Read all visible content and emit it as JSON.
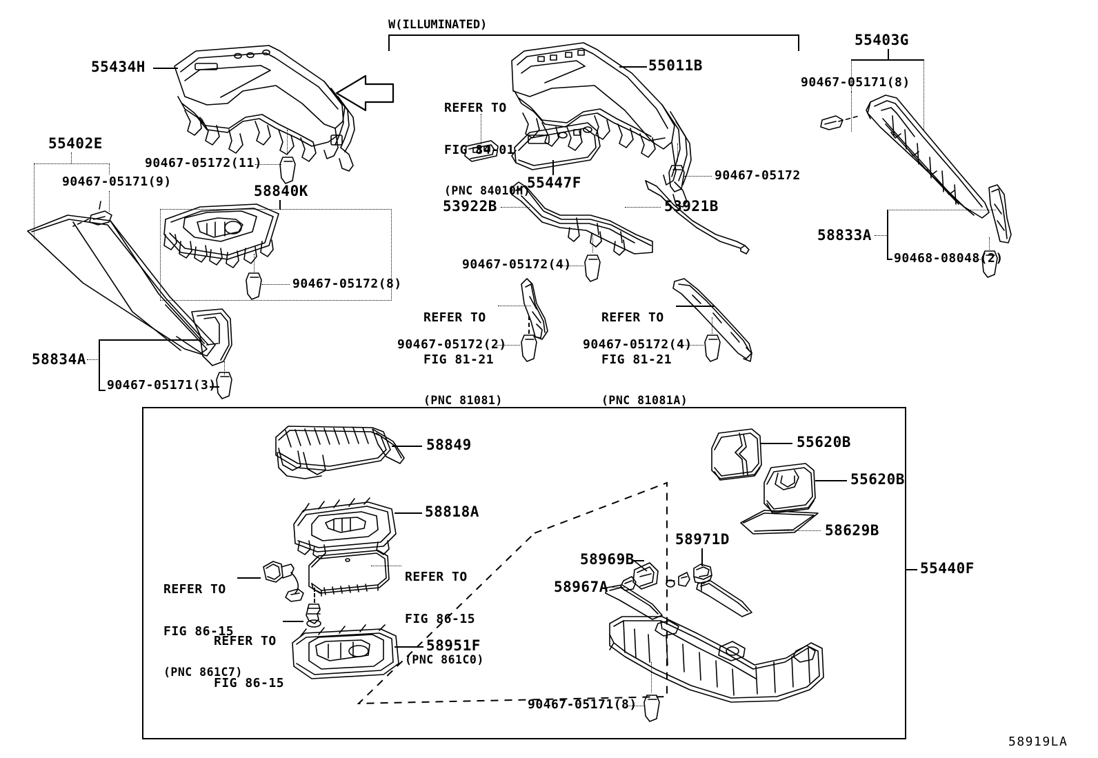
{
  "diagram": {
    "code": "58919LA",
    "condition_note": "W(ILLUMINATED)"
  },
  "labels": {
    "p55434H": "55434H",
    "p55402E": "55402E",
    "p58840K": "58840K",
    "p58834A": "58834A",
    "p55011B": "55011B",
    "p55447F": "55447F",
    "p53922B": "53922B",
    "p53921B": "53921B",
    "p55403G": "55403G",
    "p58833A": "58833A",
    "p58849": "58849",
    "p58818A": "58818A",
    "p58951F": "58951F",
    "p55620B_1": "55620B",
    "p55620B_2": "55620B",
    "p58629B": "58629B",
    "p58971D": "58971D",
    "p58969B": "58969B",
    "p58967A": "58967A",
    "p55440F": "55440F"
  },
  "fasteners": {
    "f05172_11": "90467-05172(11)",
    "f05171_9": "90467-05171(9)",
    "f05172_8": "90467-05172(8)",
    "f05171_3": "90467-05171(3)",
    "f05172_plain": "90467-05172",
    "f05172_4a": "90467-05172(4)",
    "f05172_2": "90467-05172(2)",
    "f05172_4b": "90467-05172(4)",
    "f05171_8_top": "90467-05171(8)",
    "f08048_2": "90468-08048(2)",
    "f05171_8_bot": "90467-05171(8)"
  },
  "references": {
    "r84_01": {
      "line1": "REFER TO",
      "line2": "FIG 84-01",
      "line3": "(PNC 84010H)"
    },
    "r81_21a": {
      "line1": "REFER TO",
      "line2": "FIG 81-21",
      "line3": "(PNC 81081)"
    },
    "r81_21b": {
      "line1": "REFER TO",
      "line2": "FIG 81-21",
      "line3": "(PNC 81081A)"
    },
    "r86_15a": {
      "line1": "REFER TO",
      "line2": "FIG 86-15",
      "line3": "(PNC 861C7)"
    },
    "r86_15b": {
      "line1": "REFER TO",
      "line2": "FIG 86-15",
      "line3": "(PNC 861C0)"
    },
    "r86_15c": {
      "line1": "REFER TO",
      "line2": "FIG 86-15",
      "line3": ""
    }
  },
  "icons": {
    "direction_arrow": "left-arrow-icon"
  },
  "colors": {
    "ink": "#000000",
    "paper": "#ffffff"
  }
}
